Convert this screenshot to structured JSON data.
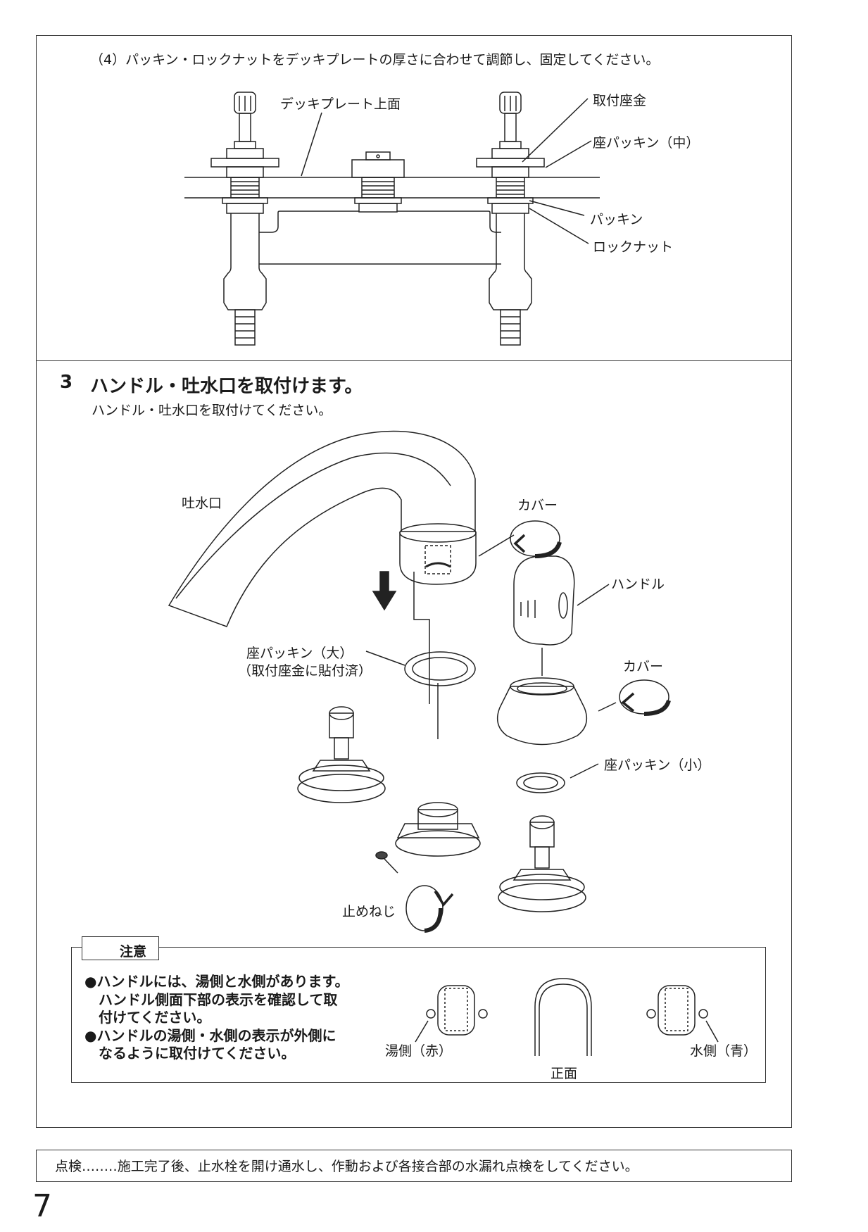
{
  "step4": {
    "instruction": "（4）パッキン・ロックナットをデッキプレートの厚さに合わせて調節し、固定してください。",
    "labels": {
      "deck_plate_top": "デッキプレート上面",
      "mounting_washer": "取付座金",
      "seat_packing_medium": "座パッキン（中）",
      "packing": "パッキン",
      "lock_nut": "ロックナット"
    }
  },
  "step3": {
    "number": "3",
    "title": "ハンドル・吐水口を取付けます。",
    "subtitle": "ハンドル・吐水口を取付けてください。",
    "labels": {
      "spout": "吐水口",
      "cover_top": "カバー",
      "handle": "ハンドル",
      "seat_packing_large_1": "座パッキン（大）",
      "seat_packing_large_2": "（取付座金に貼付済）",
      "cover_mid": "カバー",
      "seat_packing_small": "座パッキン（小）",
      "set_screw": "止めねじ"
    }
  },
  "caution": {
    "title": "注意",
    "bullets": [
      "●ハンドルには、湯側と水側があります。",
      "　ハンドル側面下部の表示を確認して取",
      "　付けてください。",
      "●ハンドルの湯側・水側の表示が外側に",
      "　なるように取付けてください。"
    ],
    "hot_side": "湯側（赤）",
    "front": "正面",
    "cold_side": "水側（青）"
  },
  "inspection": "点検‥‥‥‥施工完了後、止水栓を開け通水し、作動および各接合部の水漏れ点検をしてください。",
  "page_number": "7"
}
